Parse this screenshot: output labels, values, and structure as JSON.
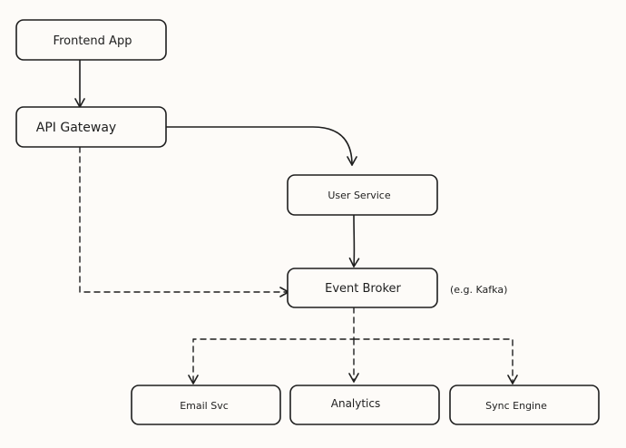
{
  "nodes": {
    "frontend": {
      "label": "Frontend App"
    },
    "gateway": {
      "label": "API Gateway"
    },
    "user_service": {
      "label": "User Service"
    },
    "event_broker": {
      "label": "Event Broker"
    },
    "email": {
      "label": "Email Svc"
    },
    "analytics": {
      "label": "Analytics"
    },
    "sync": {
      "label": "Sync Engine"
    }
  },
  "annotations": {
    "broker_note": "(e.g. Kafka)"
  },
  "edges": [
    {
      "from": "Frontend App",
      "to": "API Gateway",
      "style": "solid"
    },
    {
      "from": "API Gateway",
      "to": "User Service",
      "style": "solid"
    },
    {
      "from": "User Service",
      "to": "Event Broker",
      "style": "solid"
    },
    {
      "from": "API Gateway",
      "to": "Event Broker",
      "style": "dashed"
    },
    {
      "from": "Event Broker",
      "to": "Email Svc",
      "style": "dashed"
    },
    {
      "from": "Event Broker",
      "to": "Analytics",
      "style": "dashed"
    },
    {
      "from": "Event Broker",
      "to": "Sync Engine",
      "style": "dashed"
    }
  ],
  "colors": {
    "background": "#fdfbf8",
    "stroke": "#1e1e1e"
  }
}
